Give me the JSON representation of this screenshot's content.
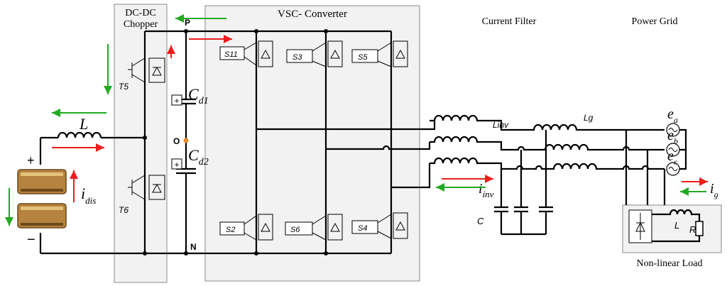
{
  "blocks": {
    "chopper": "DC-DC Chopper",
    "vsc": "VSC- Converter",
    "filter": "Current Filter",
    "grid": "Power Grid",
    "load": "Non-linear Load"
  },
  "nodes": {
    "p": "P",
    "o": "O",
    "n": "N"
  },
  "battery": {
    "plus": "+",
    "minus": "−",
    "current": "i",
    "current_sub": "dis"
  },
  "inductor": "L",
  "capacitors": {
    "c1": "C",
    "c1_sub": "d1",
    "c2": "C",
    "c2_sub": "d2",
    "plus": "+"
  },
  "chopper_switches": {
    "t5": "T5",
    "t6": "T6"
  },
  "switches": {
    "s11": "S11",
    "s3": "S3",
    "s5": "S5",
    "s2": "S2",
    "s6": "S6",
    "s4": "S4"
  },
  "filter": {
    "linv": "Linv",
    "lg": "Lg",
    "c": "C",
    "iinv": "i",
    "iinv_sub": "inv"
  },
  "grid": {
    "e": "e",
    "ea_sub": "a",
    "eb_sub": "b",
    "ec_sub": "c",
    "ig": "i",
    "ig_sub": "g"
  },
  "load": {
    "l": "L",
    "r": "R"
  },
  "colors": {
    "red_arrow": "#ee1c1c",
    "green_arrow": "#22aa22",
    "block_fill": "#f2f2f2",
    "block_border": "#8a8a8a",
    "node_o": "#e08a2a"
  }
}
